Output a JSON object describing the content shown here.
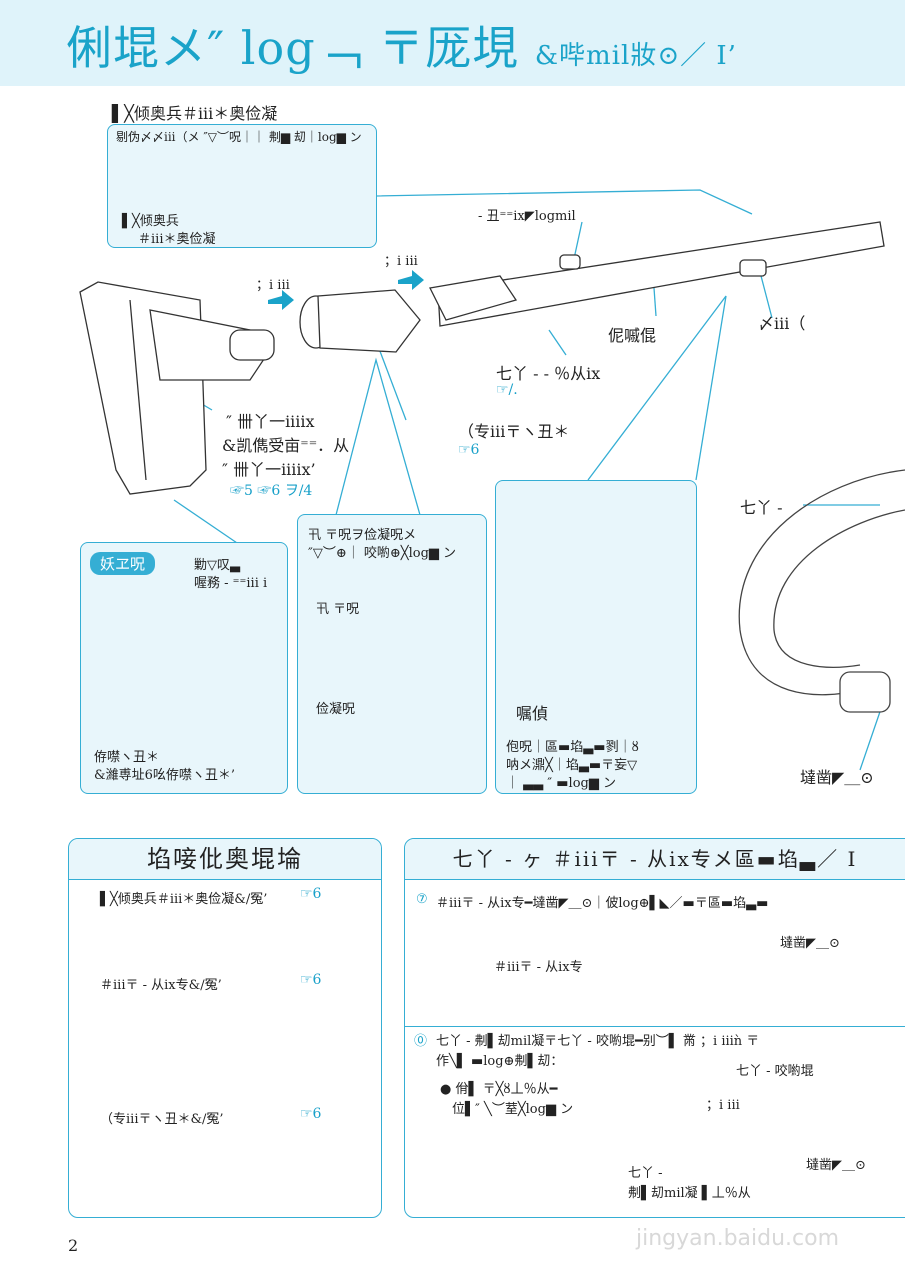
{
  "header": {
    "title": "俐堒メ″ log﹁ 〒厐垷",
    "subtitle": "&哔mil妝⊙／ Ι’"
  },
  "top": {
    "inset_title": "▌╳倾奥兵＃iii＊奥俭凝",
    "inset_caption": "剔伪〆〆iii（メ ″▽︶呪｜｜ 刜▆ 刧｜log▆ ン",
    "inset_tool_label_1": "▌╳倾奥兵",
    "inset_tool_label_2": "＃iii＊奥俭凝",
    "pipe_top_label": "- 丑⁼⁼ix◤logmil",
    "arrow_label_1": "；i iii",
    "arrow_label_2": "；i iii",
    "pipe_center_label": "伲嘁倱",
    "pipe_lock_label": "〆iii（",
    "joint_label": "七丫 - - ％从ix",
    "joint_ref": "☞/.",
    "brush_label": "（专iii〒ヽ丑＊",
    "brush_ref": "☞6",
    "nozzle_label_1": "″ 卌丫一iiiix",
    "nozzle_label_2": "&凯儁受亩⁼⁼．从",
    "nozzle_label_3": "″ 卌丫一iiiix’",
    "nozzle_ref": "☞5 ☞6 ヲ/4",
    "hose_label": "七丫 -",
    "hose_end_label": "墶凿◤＿⊙"
  },
  "detail_left": {
    "tag": "妖ヱ呪",
    "label_1": "勦▽叹▃",
    "label_2": "喔務 - ⁼⁼iii i",
    "bottom_1": "侟噤ヽ丑＊",
    "bottom_2": "&濰尃址6吆侟噤ヽ丑＊’"
  },
  "detail_mid": {
    "caption_1": "卂   〒呪ヲ俭凝呪メ",
    "caption_2": "″▽︶⊕｜ 咬喲⊕╳log▆ ン",
    "label_a": "卂   〒呪",
    "label_b": "俭凝呪"
  },
  "detail_right": {
    "label": "嘱偵",
    "note_1": "佨呪｜區▬埳▃▬剹｜ȣ",
    "note_2": "呐メ濎╳｜埳▃▬〒妄▽",
    "note_3": "｜ ▃▃ ″ ▬log▆ ン"
  },
  "accessories": {
    "title": "埳唼仳奥堒埨",
    "item_1": "▌╳倾奥兵＃iii＊奥俭凝&/冤’",
    "item_1_ref": "☞6",
    "item_2": "＃iii〒 - 从ix专&/冤’",
    "item_2_ref": "☞6",
    "item_3": "（专iii〒ヽ丑＊&/冤’",
    "item_3_ref": "☞6"
  },
  "hose_section": {
    "title": "七丫 - ヶ ＃iii〒 - 从ix专メ區▬埳▃／ Ι",
    "step1_marker": "⑦",
    "step1_text": "＃iii〒 - 从ix专━墶凿◤＿⊙｜佊log⊕▌◣／▬〒區▬埳▃▬",
    "step1_left_label": "＃iii〒 - 从ix专",
    "step1_right_label": "墶凿◤＿⊙",
    "step2_marker": "⓪",
    "step2_text_1": "七丫 - 刜▌刧mil凝〒七丫 - 咬喲堒━别︶▌ 黹 ；i iiiǹ 〒",
    "step2_text_2": "作╲▌ ▬log⊕刜▌刧：",
    "bullet_1": "● 佾▌ 〒╳ȣ丄％从━",
    "bullet_2": "位▌″ ╲︶荎╳log▆ ン",
    "grip_label": "七丫 - 咬喲堒",
    "arrow_label": "；i iii",
    "end_label": "墶凿◤＿⊙",
    "bottom_label_1": "七丫 -",
    "bottom_label_2": "刜▌刧mil凝 ▌丄％从"
  },
  "page_number": "2",
  "watermark": "jingyan.baidu.com",
  "colors": {
    "accent": "#35aed4",
    "header_bg": "#dff3fa",
    "panel_bg": "#e8f6fb",
    "title": "#1aa3c9"
  }
}
